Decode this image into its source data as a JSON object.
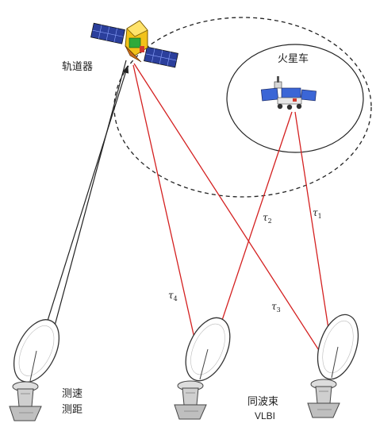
{
  "labels": {
    "orbiter": "轨道器",
    "rover": "火星车",
    "station_left_line1": "测速",
    "station_left_line2": "测距",
    "station_right_line1": "同波束",
    "station_right_line2": "VLBI"
  },
  "delays": [
    {
      "symbol": "τ",
      "sub": "1"
    },
    {
      "symbol": "τ",
      "sub": "2"
    },
    {
      "symbol": "τ",
      "sub": "3"
    },
    {
      "symbol": "τ",
      "sub": "4"
    }
  ],
  "colors": {
    "signal": "#d42020",
    "link": "#222222",
    "dish": "#ffffff",
    "satellite_body": "#f2c21a",
    "satellite_panel": "#2b3f9c",
    "rover_panel": "#3b66d6"
  }
}
